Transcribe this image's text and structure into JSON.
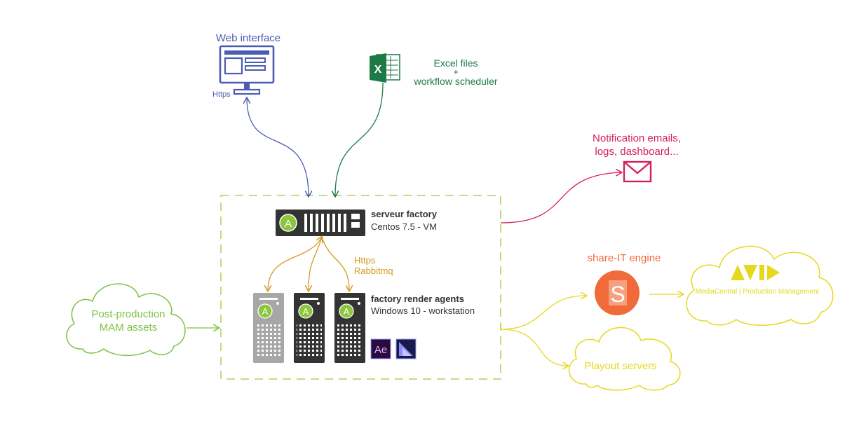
{
  "colors": {
    "web": "#4a5db0",
    "excel": "#1d7a45",
    "notify": "#d6205a",
    "factory": "#d49a1e",
    "green": "#7cc242",
    "yellow": "#e6d81e",
    "share": "#f06a3a",
    "dark": "#333333",
    "gray": "#a7a7a7",
    "box_border": "#a6c23a"
  },
  "nodes": {
    "web_interface": {
      "label": "Web interface",
      "protocol": "Https",
      "icon": "monitor-icon"
    },
    "excel": {
      "line1": "Excel files",
      "line2": "+",
      "line3": "workflow scheduler",
      "icon": "excel-icon",
      "icon_letter": "X"
    },
    "notifications": {
      "line1": "Notification emails,",
      "line2": "logs, dashboard...",
      "icon": "envelope-icon"
    },
    "server_factory": {
      "title": "serveur factory",
      "subtitle": "Centos 7.5 - VM",
      "badge": "A"
    },
    "factory_links": {
      "line1": "Https",
      "line2": "Rabbitmq"
    },
    "render_agents": {
      "title": "factory render agents",
      "subtitle": "Windows 10 - workstation",
      "badge": "A",
      "apps": [
        {
          "label": "Ae",
          "icon": "after-effects-icon"
        },
        {
          "label": "",
          "icon": "media-encoder-icon"
        }
      ]
    },
    "post_production": {
      "line1": "Post-production",
      "line2": "MAM assets"
    },
    "share_it": {
      "label": "share-IT engine",
      "badge": "S"
    },
    "avid": {
      "logo": "AVID",
      "label": "MediaCentral | Production Management"
    },
    "playout": {
      "label": "Playout servers"
    }
  }
}
